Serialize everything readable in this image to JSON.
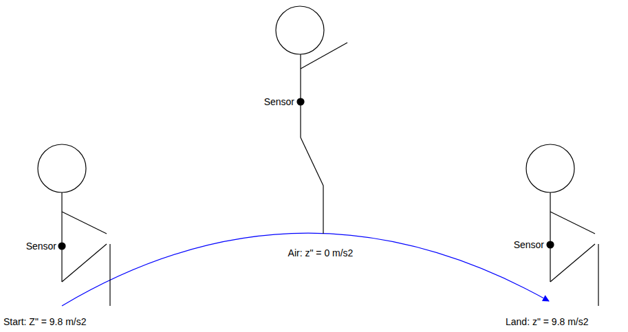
{
  "diagram": {
    "labels": [
      "Sensor",
      "Sensor",
      "Sensor",
      "Air: z\" = 0 m/s2",
      "Start: Z\" = 9.8 m/s2",
      "Land: z\" = 9.8 m/s2"
    ]
  }
}
